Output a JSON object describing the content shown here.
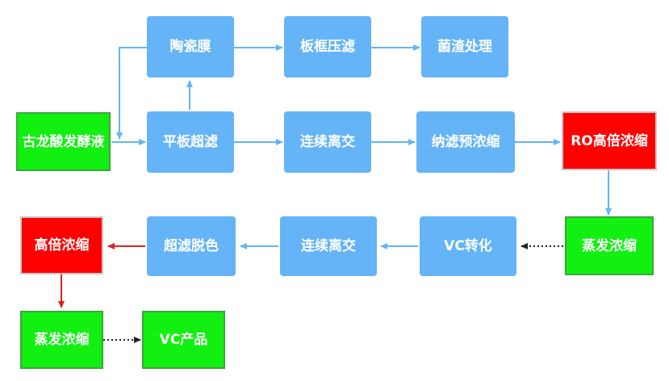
{
  "colors": {
    "process_box": "#64b4f7",
    "start_end_box": "#11f011",
    "concentration_box": "#ff0000",
    "flow_arrow": "#64b4f7",
    "red_arrow": "#e02020",
    "dotted_arrow": "#333333"
  },
  "nodes": {
    "gulong_broth": "古龙酸发酵液",
    "ceramic_membrane": "陶瓷膜",
    "plate_frame_filter": "板框压滤",
    "residue_treatment": "菌渣处理",
    "flat_ultrafiltration": "平板超滤",
    "continuous_ion_exchange_1": "连续离交",
    "nanofiltration_preconcentration": "纳滤预浓缩",
    "ro_high_concentration": "RO高倍浓缩",
    "evaporation_concentration_1": "蒸发浓缩",
    "vc_conversion": "VC转化",
    "continuous_ion_exchange_2": "连续离交",
    "ultrafiltration_decolor": "超滤脱色",
    "high_concentration": "高倍浓缩",
    "evaporation_concentration_2": "蒸发浓缩",
    "vc_product": "VC产品"
  }
}
